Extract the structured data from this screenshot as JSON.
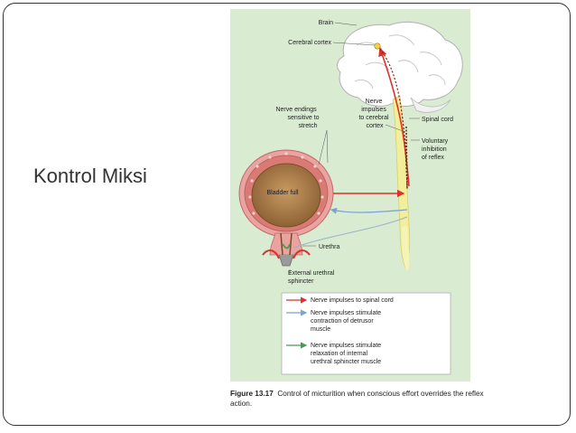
{
  "slide": {
    "title": "Kontrol Miksi"
  },
  "figure": {
    "background_color": "#d9ecd2",
    "labels": {
      "brain": "Brain",
      "cerebral_cortex": "Cerebral cortex",
      "nerve_impulses_to_cortex": [
        "Nerve",
        "impulses",
        "to cerebral",
        "cortex"
      ],
      "nerve_endings": [
        "Nerve endings",
        "sensitive to",
        "stretch"
      ],
      "spinal_cord": "Spinal cord",
      "voluntary_inhibition": [
        "Voluntary",
        "inhibition",
        "of reflex"
      ],
      "bladder_full": "Bladder full",
      "urethra": "Urethra",
      "external_sphincter": [
        "External urethral",
        "sphincter"
      ]
    },
    "legend": [
      {
        "color": "#d9332b",
        "lines": [
          "Nerve impulses to spinal cord"
        ]
      },
      {
        "color": "#7aa2d6",
        "lines": [
          "Nerve impulses stimulate",
          "contraction of detrusor",
          "muscle"
        ]
      },
      {
        "color": "#4a9a55",
        "lines": [
          "Nerve impulses stimulate",
          "relaxation of internal",
          "urethral sphincter muscle"
        ]
      }
    ],
    "caption_label": "Figure 13.17",
    "caption_text": "Control of micturition when conscious effort overrides the reflex action."
  }
}
